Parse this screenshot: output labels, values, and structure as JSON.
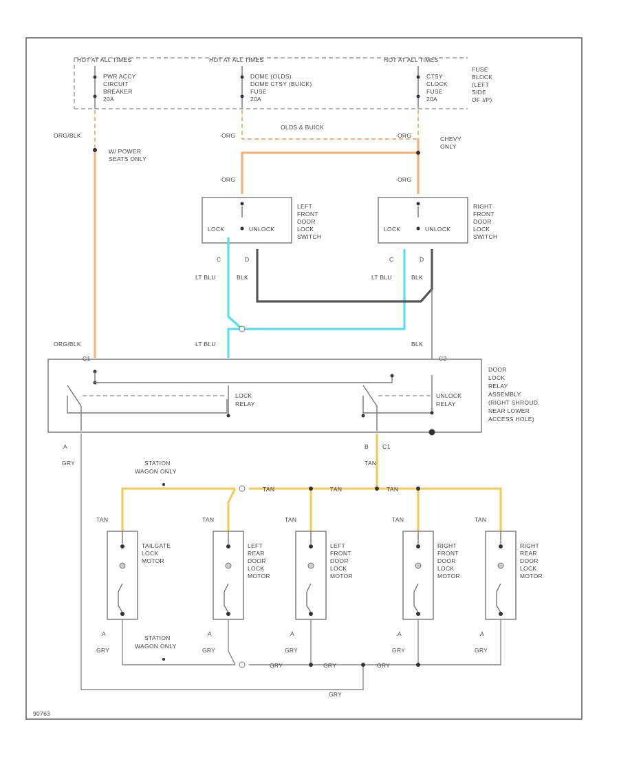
{
  "colors": {
    "orange": "#f5b27a",
    "cyan": "#56e0ec",
    "black_wire": "#555555",
    "tan": "#f2cc60",
    "gray": "#8a8a8a"
  },
  "power": {
    "hot_left": "HOT AT ALL TIMES",
    "hot_center": "HOT AT ALL TIMES",
    "hot_right": "HOT AT ALL TIMES",
    "breaker_lines": [
      "PWR ACCY",
      "CIRCUIT",
      "BREAKER",
      "20A"
    ],
    "dome_lines": [
      "DOME (OLDS)",
      "DOME CTSY (BUICK)",
      "FUSE",
      "20A"
    ],
    "ctsy_lines": [
      "CTSY",
      "CLOCK",
      "FUSE",
      "20A"
    ],
    "fuse_block_lines": [
      "FUSE",
      "BLOCK",
      "(LEFT",
      "SIDE",
      "OF I/P)"
    ]
  },
  "wires": {
    "org_blk": "ORG/BLK",
    "org_left": "ORG",
    "org_right": "ORG",
    "org_ls": "ORG",
    "org_rs": "ORG",
    "olds_buick": "OLDS & BUICK",
    "chevy_only": [
      "CHEVY",
      "ONLY"
    ],
    "power_seats": [
      "W/ POWER",
      "SEATS ONLY"
    ],
    "lt_blu_l": "LT BLU",
    "blk_l": "BLK",
    "lt_blu_r": "LT BLU",
    "blk_r": "BLK",
    "org_blk_relay": "ORG/BLK",
    "lt_blu_relay": "LT BLU",
    "blk_relay": "BLK",
    "gry_left": "GRY",
    "tan_main": "TAN",
    "station_wagon_top": [
      "STATION",
      "WAGON ONLY"
    ],
    "station_wagon_bot": [
      "STATION",
      "WAGON ONLY"
    ],
    "tan_a": "TAN",
    "tan_b": "TAN",
    "tan_c": "TAN",
    "gry_a": "GRY",
    "gry_b": "GRY",
    "gry_c": "GRY",
    "gry_bottom": "GRY"
  },
  "switches": {
    "left": {
      "lock": "LOCK",
      "unlock": "UNLOCK",
      "desc": [
        "LEFT",
        "FRONT",
        "DOOR",
        "LOCK",
        "SWITCH"
      ],
      "pin_c": "C",
      "pin_d": "D"
    },
    "right": {
      "lock": "LOCK",
      "unlock": "UNLOCK",
      "desc": [
        "RIGHT",
        "FRONT",
        "DOOR",
        "LOCK",
        "SWITCH"
      ],
      "pin_c": "C",
      "pin_d": "D"
    }
  },
  "relay": {
    "lock_relay": [
      "LOCK",
      "RELAY"
    ],
    "unlock_relay": [
      "UNLOCK",
      "RELAY"
    ],
    "desc": [
      "DOOR",
      "LOCK",
      "RELAY",
      "ASSEMBLY",
      "(RIGHT SHROUD,",
      "NEAR LOWER",
      "ACCESS HOLE)"
    ],
    "pin_c1": "C1",
    "pin_c2": "C2",
    "pin_a": "A",
    "pin_b": "B",
    "pin_c1b": "C1"
  },
  "motors": [
    {
      "desc": [
        "TAILGATE",
        "LOCK",
        "MOTOR"
      ],
      "tan": "TAN",
      "gry": "GRY",
      "pin": "A"
    },
    {
      "desc": [
        "LEFT",
        "REAR",
        "DOOR",
        "LOCK",
        "MOTOR"
      ],
      "tan": "TAN",
      "gry": "GRY",
      "pin": "A"
    },
    {
      "desc": [
        "LEFT",
        "FRONT",
        "DOOR",
        "LOCK",
        "MOTOR"
      ],
      "tan": "TAN",
      "gry": "GRY",
      "pin": "A"
    },
    {
      "desc": [
        "RIGHT",
        "FRONT",
        "DOOR",
        "LOCK",
        "MOTOR"
      ],
      "tan": "TAN",
      "gry": "GRY",
      "pin": "A"
    },
    {
      "desc": [
        "RIGHT",
        "REAR",
        "DOOR",
        "LOCK",
        "MOTOR"
      ],
      "tan": "TAN",
      "gry": "GRY",
      "pin": "A"
    }
  ],
  "footer": {
    "ref": "90763"
  }
}
